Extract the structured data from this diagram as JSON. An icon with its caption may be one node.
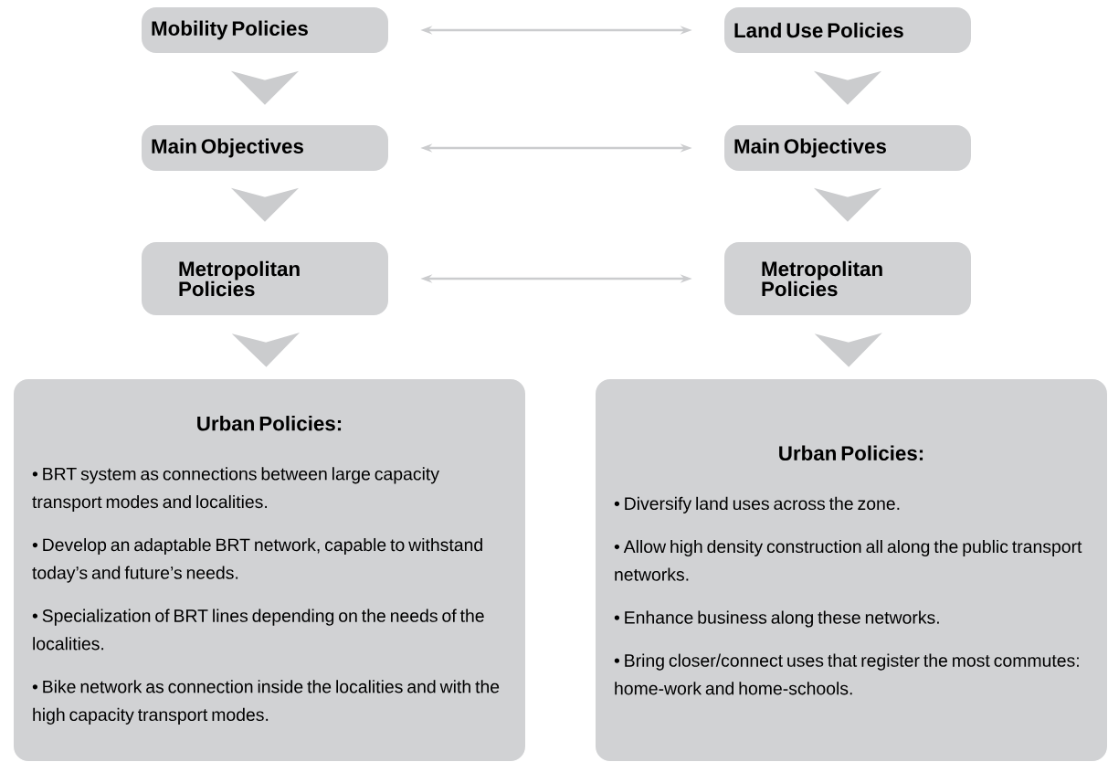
{
  "diagram": {
    "nodes": [
      {
        "text": [
          "Mobility Policies"
        ]
      },
      {
        "text": [
          "Land Use Policies"
        ]
      },
      {
        "text": [
          "Main Objectives"
        ]
      },
      {
        "text": [
          "Main Objectives"
        ]
      },
      {
        "text": [
          "Metropolitan Policies"
        ]
      },
      {
        "text": [
          "Metropolitan Policies"
        ]
      },
      {
        "text": [
          "Urban Policies:",
          "• BRT system as connections between large capacity transport modes and localities.",
          "• Develop an adaptable BRT network, capable to withstand today’s and future’s needs.",
          "• Specialization of BRT lines depending on the needs of the localities.",
          "• Bike network as connection inside the localities and with the high capacity transport modes."
        ]
      },
      {
        "text": [
          "Urban Policies:",
          "• Diversify land uses across the zone.",
          "• Allow high density construction all along the public transport networks.",
          "• Enhance business along these networks.",
          "• Bring closer/connect uses that register the most commutes: home-work and home-schools."
        ]
      }
    ],
    "edges": [
      {
        "from": 0,
        "to": 1,
        "arrow": "both"
      },
      {
        "from": 2,
        "to": 3,
        "arrow": "both"
      },
      {
        "from": 4,
        "to": 5,
        "arrow": "both"
      },
      {
        "from": 0,
        "to": 2,
        "arrow": "to"
      },
      {
        "from": 2,
        "to": 4,
        "arrow": "to"
      },
      {
        "from": 4,
        "to": 6,
        "arrow": "to"
      },
      {
        "from": 1,
        "to": 3,
        "arrow": "to"
      },
      {
        "from": 3,
        "to": 5,
        "arrow": "to"
      },
      {
        "from": 5,
        "to": 7,
        "arrow": "to"
      }
    ]
  }
}
